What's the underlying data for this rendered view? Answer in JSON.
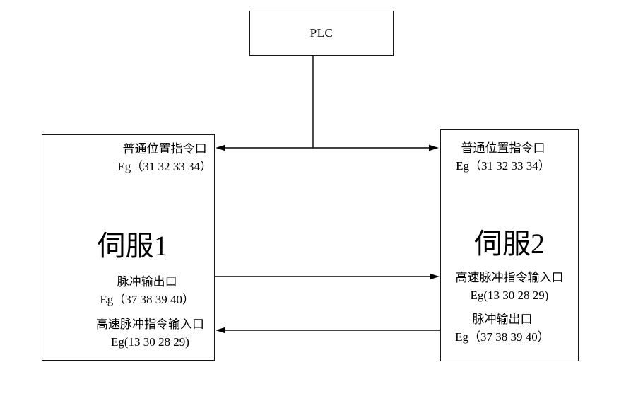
{
  "colors": {
    "background": "#ffffff",
    "line": "#000000",
    "text": "#000000"
  },
  "plc": {
    "label": "PLC"
  },
  "servo1": {
    "title": "伺服1",
    "ports": {
      "position_cmd": {
        "line1": "普通位置指令口",
        "line2": "Eg（31 32 33 34）"
      },
      "pulse_out": {
        "line1": "脉冲输出口",
        "line2": "Eg（37 38 39 40）"
      },
      "hs_pulse_in": {
        "line1": "高速脉冲指令输入口",
        "line2": "Eg(13 30 28 29)"
      }
    }
  },
  "servo2": {
    "title": "伺服2",
    "ports": {
      "position_cmd": {
        "line1": "普通位置指令口",
        "line2": "Eg（31 32 33 34）"
      },
      "hs_pulse_in": {
        "line1": "高速脉冲指令输入口",
        "line2": "Eg(13 30 28 29)"
      },
      "pulse_out": {
        "line1": "脉冲输出口",
        "line2": "Eg（37 38 39 40）"
      }
    }
  }
}
